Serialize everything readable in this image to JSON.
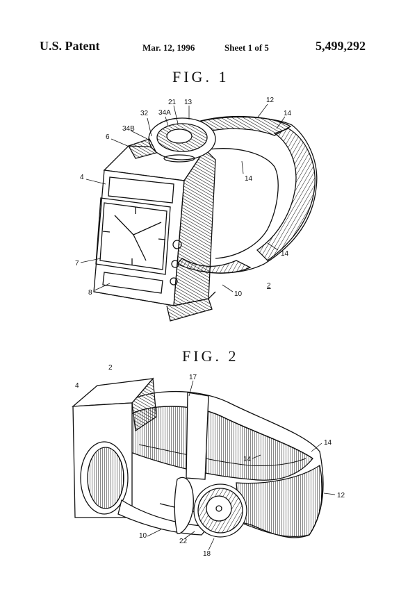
{
  "header": {
    "patent_label": "U.S. Patent",
    "date": "Mar. 12, 1996",
    "sheet": "Sheet 1 of 5",
    "patent_number": "5,499,292"
  },
  "fig1": {
    "title": "FIG.  1",
    "refs": [
      "21",
      "13",
      "12",
      "34A",
      "32",
      "14",
      "34B",
      "6",
      "14",
      "4",
      "14",
      "7",
      "2",
      "8",
      "10"
    ]
  },
  "fig2": {
    "title": "FIG.  2",
    "refs": [
      "2",
      "4",
      "17",
      "14",
      "14",
      "12",
      "10",
      "22",
      "18"
    ]
  }
}
